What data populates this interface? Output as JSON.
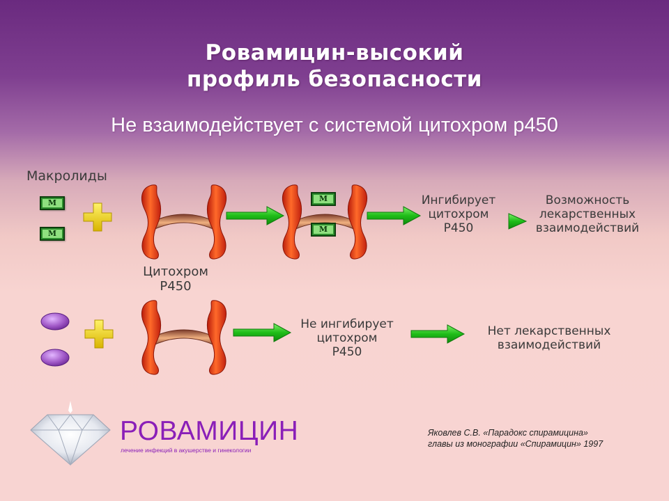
{
  "title": {
    "line1": "Ровамицин-высокий",
    "line2": "профиль безопасности"
  },
  "subtitle": "Не взаимодействует с системой цитохром р450",
  "row1": {
    "macrolides_label": "Макролиды",
    "molecule_letter": "М",
    "inhibits": [
      "Ингибирует",
      "цитохром",
      "Р450"
    ],
    "possibility": [
      "Возможность",
      "лекарственных",
      "взаимодействий"
    ]
  },
  "cytochrome_label": [
    "Цитохром",
    "Р450"
  ],
  "row2": {
    "not_inhibits": [
      "Не ингибирует",
      "цитохром",
      "Р450"
    ],
    "no_interactions": [
      "Нет лекарственных",
      "взаимодействий"
    ]
  },
  "brand": {
    "name": "РОВАМИЦИН",
    "tagline": "лечение инфекций в акушерстве и гинекологии"
  },
  "reference": {
    "line1": "Яковлев С.В. «Парадокс спирамицина»",
    "line2": "главы из монографии «Спирамицин» 1997"
  },
  "colors": {
    "arrow_green": "#22c01c",
    "cytochrome_red": "#e0401a",
    "molecule_green": "#2e8f2e",
    "spiramycin_purple": "#a35bc9",
    "plus_yellow": "#f2dc2a",
    "brand_purple": "#8a1fb8"
  }
}
